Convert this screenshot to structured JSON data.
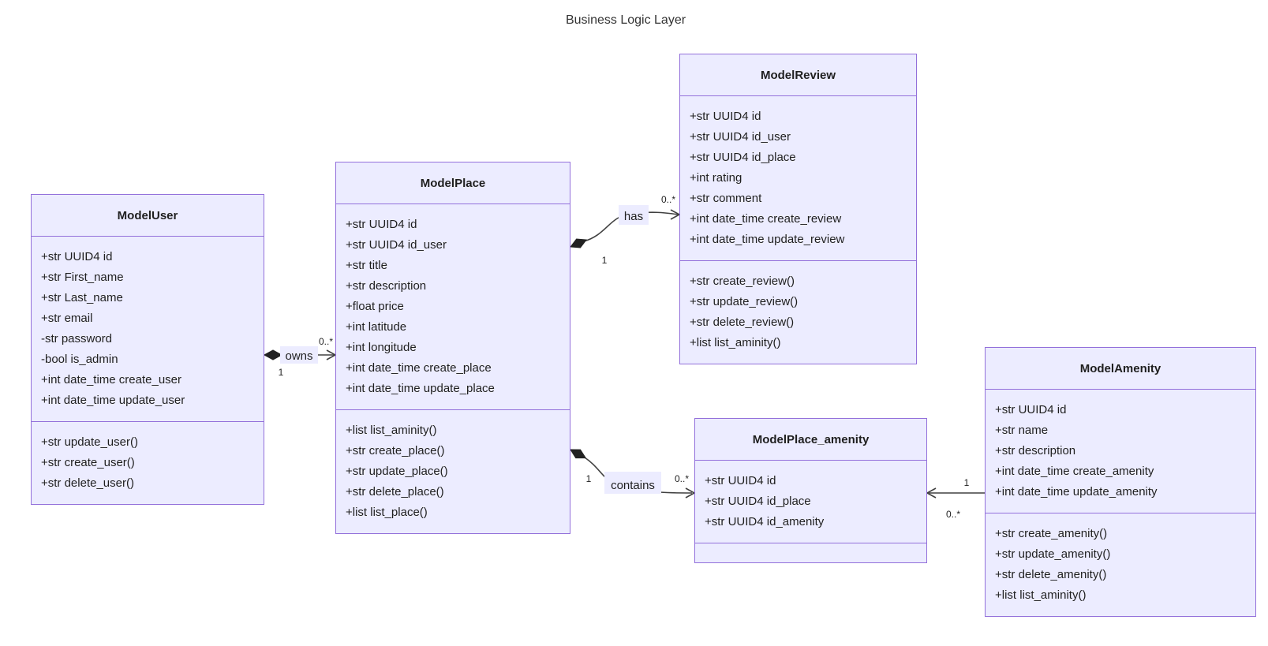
{
  "diagram": {
    "title": "Business Logic Layer"
  },
  "colors": {
    "box_fill": "#ECECFF",
    "box_border": "#9370DB",
    "edge_line": "#404040",
    "label_bg": "#ECECFF",
    "text": "#1f1f1f"
  },
  "classes": [
    {
      "name": "ModelUser",
      "attributes": [
        "+str UUID4 id",
        "+str First_name",
        "+str Last_name",
        "+str email",
        "-str password",
        "-bool is_admin",
        "+int date_time create_user",
        "+int date_time update_user"
      ],
      "methods": [
        "+str update_user()",
        "+str create_user()",
        "+str delete_user()"
      ]
    },
    {
      "name": "ModelPlace",
      "attributes": [
        "+str UUID4 id",
        "+str UUID4 id_user",
        "+str title",
        "+str description",
        "+float price",
        "+int latitude",
        "+int longitude",
        "+int date_time create_place",
        "+int date_time update_place"
      ],
      "methods": [
        "+list list_aminity()",
        "+str create_place()",
        "+str update_place()",
        "+str delete_place()",
        "+list list_place()"
      ]
    },
    {
      "name": "ModelReview",
      "attributes": [
        "+str UUID4 id",
        "+str UUID4 id_user",
        "+str UUID4 id_place",
        "+int rating",
        "+str comment",
        "+int date_time create_review",
        "+int date_time update_review"
      ],
      "methods": [
        "+str create_review()",
        "+str update_review()",
        "+str delete_review()",
        "+list list_aminity()"
      ]
    },
    {
      "name": "ModelPlace_amenity",
      "attributes": [
        "+str UUID4 id",
        "+str UUID4 id_place",
        "+str UUID4 id_amenity"
      ],
      "methods": []
    },
    {
      "name": "ModelAmenity",
      "attributes": [
        "+str UUID4 id",
        "+str name",
        "+str description",
        "+int date_time create_amenity",
        "+int date_time update_amenity"
      ],
      "methods": [
        "+str create_amenity()",
        "+str update_amenity()",
        "+str delete_amenity()",
        "+list list_aminity()"
      ]
    }
  ],
  "relationships": [
    {
      "from": "ModelUser",
      "to": "ModelPlace",
      "label": "owns",
      "from_mult": "1",
      "to_mult": "0..*",
      "from_end": "composition-diamond",
      "to_end": "open-arrow"
    },
    {
      "from": "ModelPlace",
      "to": "ModelReview",
      "label": "has",
      "from_mult": "1",
      "to_mult": "0..*",
      "from_end": "composition-diamond",
      "to_end": "open-arrow"
    },
    {
      "from": "ModelPlace",
      "to": "ModelPlace_amenity",
      "label": "contains",
      "from_mult": "1",
      "to_mult": "0..*",
      "from_end": "composition-diamond",
      "to_end": "open-arrow"
    },
    {
      "from": "ModelAmenity",
      "to": "ModelPlace_amenity",
      "label": "",
      "from_mult": "1",
      "to_mult": "0..*",
      "from_end": "none",
      "to_end": "open-arrow"
    }
  ]
}
